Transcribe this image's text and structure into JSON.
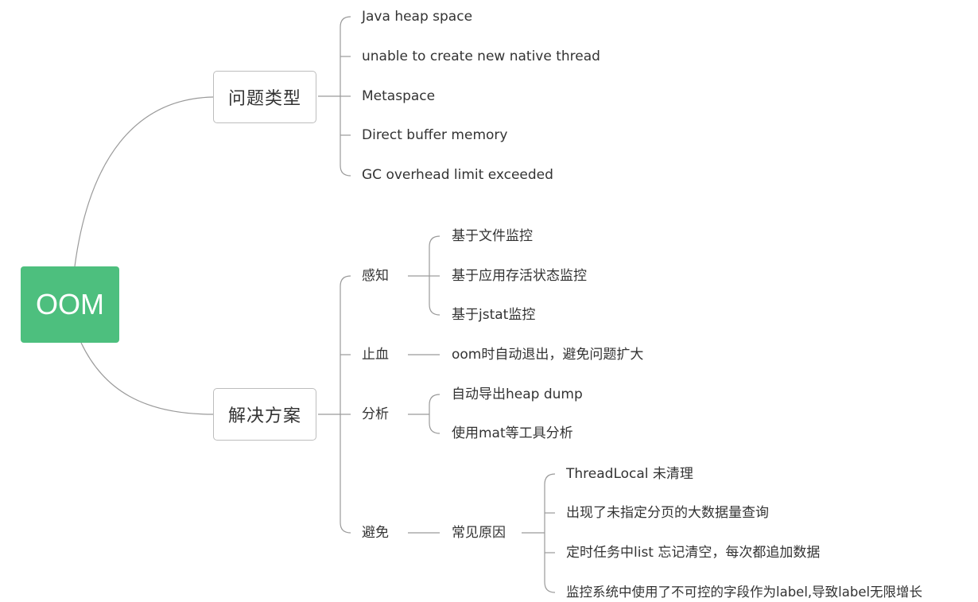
{
  "root": {
    "label": "OOM"
  },
  "problem_types": {
    "label": "问题类型",
    "items": [
      "Java heap space",
      "unable to create new native thread",
      "Metaspace",
      "Direct buffer memory",
      "GC overhead limit exceeded"
    ]
  },
  "solutions": {
    "label": "解决方案",
    "perception": {
      "label": "感知",
      "items": [
        "基于文件监控",
        "基于应用存活状态监控",
        "基于jstat监控"
      ]
    },
    "stop_bleeding": {
      "label": "止血",
      "items": [
        "oom时自动退出，避免问题扩大"
      ]
    },
    "analysis": {
      "label": "分析",
      "items": [
        "自动导出heap dump",
        "使用mat等工具分析"
      ]
    },
    "avoid": {
      "label": "避免",
      "common_causes": {
        "label": "常见原因",
        "items": [
          "ThreadLocal 未清理",
          "出现了未指定分页的大数据量查询",
          "定时任务中list 忘记清空，每次都追加数据",
          "监控系统中使用了不可控的字段作为label,导致label无限增长"
        ]
      }
    }
  },
  "colors": {
    "root_fill": "#4dbf7e",
    "connector": "#9a9a9a",
    "text": "#333333"
  }
}
